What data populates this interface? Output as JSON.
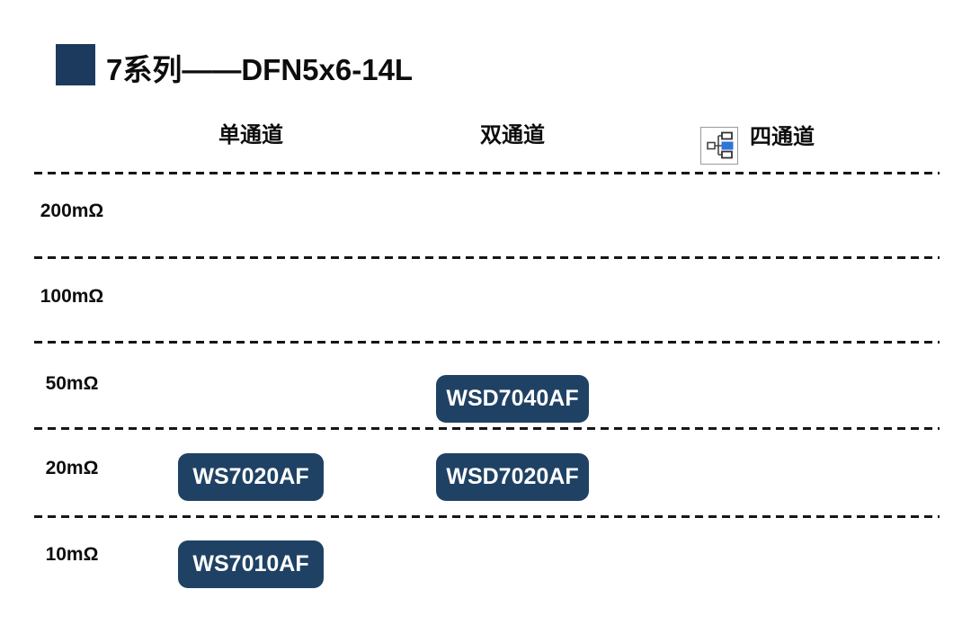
{
  "title": "7系列——DFN5x6-14L",
  "colors": {
    "badge_navy": "#1f4264",
    "title_square_navy": "#1c3a5e",
    "divider_black": "#161616",
    "icon_blue": "#2e75d6",
    "background": "#ffffff"
  },
  "icons": {
    "quad_channel_icon": "org-chart-icon"
  },
  "chart_data": {
    "type": "table",
    "title": "7系列——DFN5x6-14L",
    "columns": [
      "单通道",
      "双通道",
      "四通道"
    ],
    "rows": [
      "200mΩ",
      "100mΩ",
      "50mΩ",
      "20mΩ",
      "10mΩ"
    ],
    "cells": [
      {
        "row": "50mΩ",
        "column": "双通道",
        "value": "WSD7040AF"
      },
      {
        "row": "20mΩ",
        "column": "单通道",
        "value": "WS7020AF"
      },
      {
        "row": "20mΩ",
        "column": "双通道",
        "value": "WSD7020AF"
      },
      {
        "row": "10mΩ",
        "column": "单通道",
        "value": "WS7010AF"
      }
    ],
    "layout": {
      "grid": "dashed horizontal separators between resistance rows",
      "legend": "none",
      "row_axis_meaning": "on-resistance (Rds(on))",
      "column_axis_meaning": "channel count"
    }
  }
}
